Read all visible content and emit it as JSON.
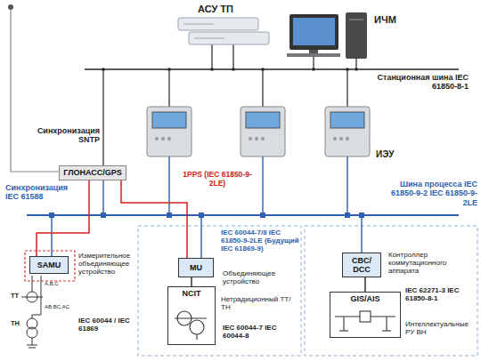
{
  "diagram": {
    "nodes": [
      {
        "text": [
          "ГЛОНАСС/GPS"
        ]
      },
      {
        "text": [
          "SAMU"
        ]
      },
      {
        "text": [
          "MU"
        ]
      },
      {
        "text": [
          "NCIT"
        ]
      },
      {
        "text": [
          "CBC/ DCC"
        ]
      },
      {
        "text": [
          "GIS/AIS"
        ]
      }
    ],
    "edges": [
      {
        "from": 0,
        "to": 2,
        "arrow": "none"
      },
      {
        "from": 0,
        "to": 1,
        "arrow": "none"
      },
      {
        "from": 2,
        "to": 3,
        "arrow": "none"
      },
      {
        "from": 4,
        "to": 5,
        "arrow": "none"
      }
    ],
    "labels": [
      "АСУ ТП",
      "ИЧМ",
      "Станционная шина IEC 61850-8-1",
      "Синхронизация SNTP",
      "ИЭУ",
      "1PPS (IEC 61850-9-2LE)",
      "Синхронизация IEC 61588",
      "Шина процесса IEC 61850-9-2 IEC 61850-9-2LE",
      "IEC 60044-7/8 IEC 61850-9-2LE (Будущий IEC 61869-9)",
      "Измерительное объединяющее устройство",
      "Объединяющее устройство",
      "Контроллер коммутационного аппарата",
      "IEC 62271-3 IEC 61850-8-1",
      "ТТ",
      "ТН",
      "A,B,C",
      "AB,BC,AC",
      "IEC 60044 / IEC 61869",
      "Нетрадиционный ТТ/ТН",
      "IEC 60044-7 IEC 60044-8",
      "Интеллектуальные РУ ВН"
    ]
  }
}
